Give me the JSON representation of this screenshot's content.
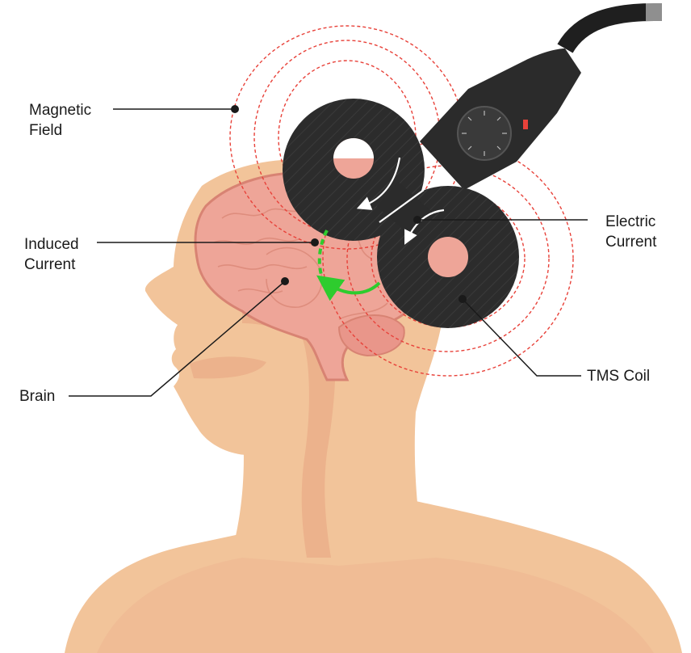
{
  "labels": {
    "magnetic_field": {
      "line1": "Magnetic",
      "line2": "Field"
    },
    "induced_current": {
      "line1": "Induced",
      "line2": "Current"
    },
    "brain": {
      "line1": "Brain"
    },
    "electric_current": {
      "line1": "Electric",
      "line2": "Current"
    },
    "tms_coil": {
      "line1": "TMS Coil"
    }
  },
  "colors": {
    "skin": "#f2c49a",
    "skin_shadow": "#e9ab86",
    "brain": "#eea598",
    "brain_outline": "#d88373",
    "coil": "#2b2b2b",
    "field_lines": "#e8423a",
    "induced_arrow": "#2ecc2e",
    "leader_lines": "#1a1a1a"
  },
  "icons": [
    "magnetic-field-lines",
    "tms-coil",
    "cable",
    "induced-current-arrow",
    "electric-current-arrows"
  ]
}
